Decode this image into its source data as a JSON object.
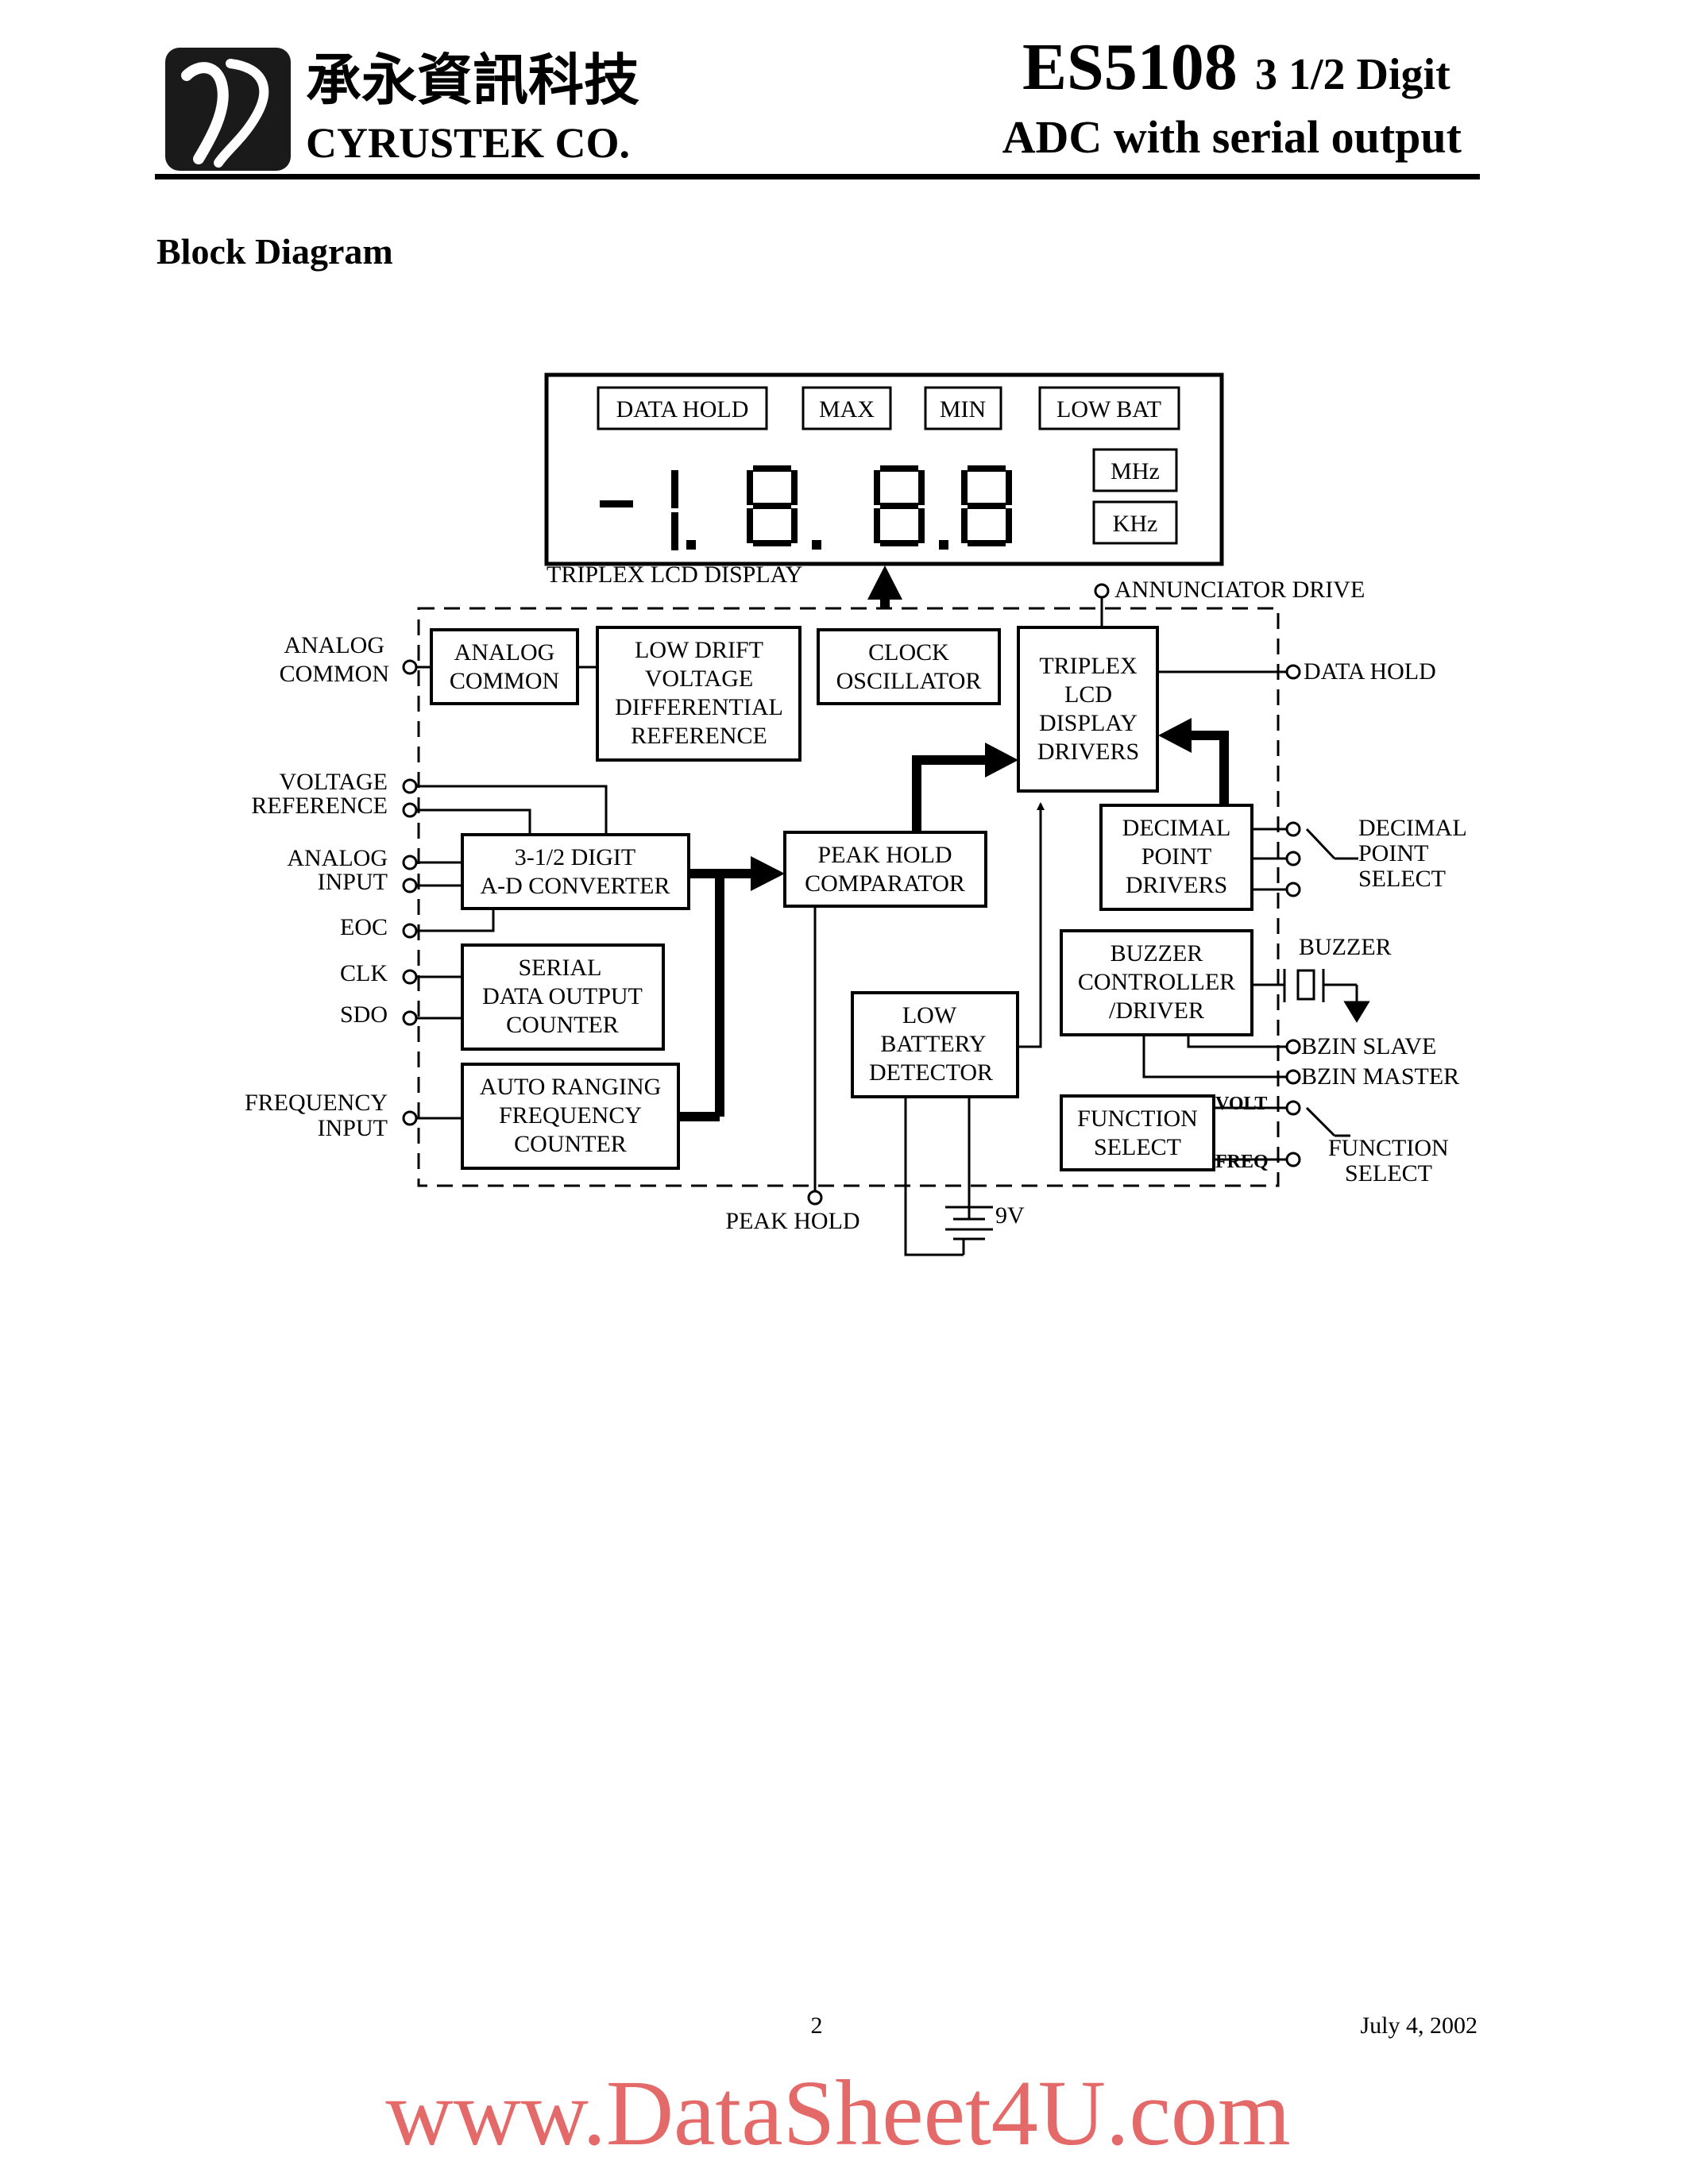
{
  "header": {
    "company_chinese": "承永資訊科技",
    "company_english": "CYRUSTEK CO.",
    "part_number": "ES5108",
    "title_suffix": "3 1/2 Digit",
    "subtitle": "ADC with serial output"
  },
  "section_title": "Block Diagram",
  "diagram": {
    "lcd": {
      "annunciators": [
        "DATA HOLD",
        "MAX",
        "MIN",
        "LOW BAT",
        "MHz",
        "KHz"
      ],
      "digits": "-1.8.8.8",
      "caption": "TRIPLEX LCD DISPLAY"
    },
    "blocks": {
      "analog_common": [
        "ANALOG",
        "COMMON"
      ],
      "low_drift": [
        "LOW DRIFT",
        "VOLTAGE",
        "DIFFERENTIAL",
        "REFERENCE"
      ],
      "clock": [
        "CLOCK",
        "OSCILLATOR"
      ],
      "triplex": [
        "TRIPLEX",
        "LCD",
        "DISPLAY",
        "DRIVERS"
      ],
      "adc": [
        "3-1/2 DIGIT",
        "A-D CONVERTER"
      ],
      "peak_hold": [
        "PEAK HOLD",
        "COMPARATOR"
      ],
      "decimal": [
        "DECIMAL",
        "POINT",
        "DRIVERS"
      ],
      "serial": [
        "SERIAL",
        "DATA OUTPUT",
        "COUNTER"
      ],
      "buzzer": [
        "BUZZER",
        "CONTROLLER",
        "/DRIVER"
      ],
      "low_battery": [
        "LOW",
        "BATTERY",
        "DETECTOR"
      ],
      "auto_ranging": [
        "AUTO RANGING",
        "FREQUENCY",
        "COUNTER"
      ],
      "function_select": [
        "FUNCTION",
        "SELECT"
      ]
    },
    "pins_left": {
      "analog_common": [
        "ANALOG",
        "COMMON"
      ],
      "voltage_reference": [
        "VOLTAGE",
        "REFERENCE"
      ],
      "analog_input": [
        "ANALOG",
        "INPUT"
      ],
      "eoc": "EOC",
      "clk": "CLK",
      "sdo": "SDO",
      "frequency_input": [
        "FREQUENCY",
        "INPUT"
      ]
    },
    "pins_right": {
      "annunciator_drive": "ANNUNCIATOR DRIVE",
      "data_hold": "DATA HOLD",
      "decimal_point_select": [
        "DECIMAL",
        "POINT",
        "SELECT"
      ],
      "buzzer": "BUZZER",
      "bzin_slave": "BZIN SLAVE",
      "bzin_master": "BZIN MASTER",
      "volt": "VOLT",
      "freq": "FREQ",
      "function_select": [
        "FUNCTION",
        "SELECT"
      ]
    },
    "pins_bottom": {
      "peak_hold": "PEAK HOLD",
      "battery": "9V"
    }
  },
  "footer": {
    "page_number": "2",
    "date": "July 4, 2002"
  },
  "watermark": "www.DataSheet4U.com"
}
